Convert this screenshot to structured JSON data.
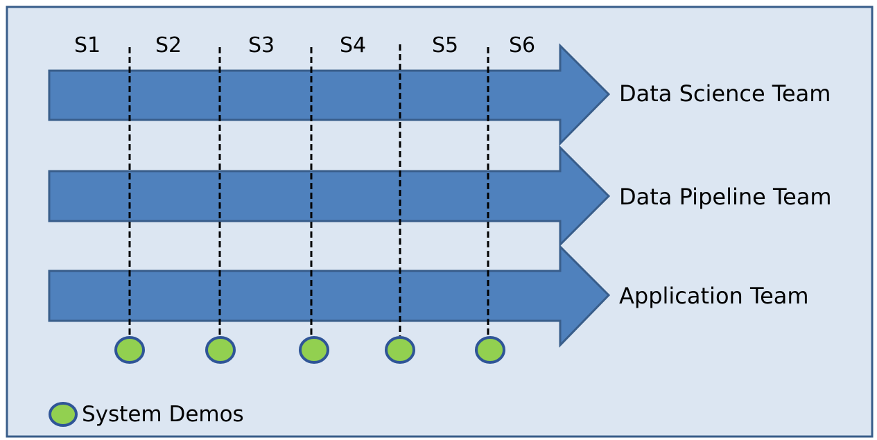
{
  "sprints": [
    "S1",
    "S2",
    "S3",
    "S4",
    "S5",
    "S6"
  ],
  "teams": [
    "Data Science Team",
    "Data Pipeline Team",
    "Application Team"
  ],
  "milestone_count": 5,
  "legend": {
    "label": "System Demos"
  },
  "colors": {
    "background": "#dce6f2",
    "frame_border": "#385d8a",
    "arrow_fill": "#4f81bd",
    "arrow_stroke": "#385d8a",
    "milestone_fill": "#92d050",
    "milestone_stroke": "#2f5597",
    "dashed_line": "#000000"
  }
}
